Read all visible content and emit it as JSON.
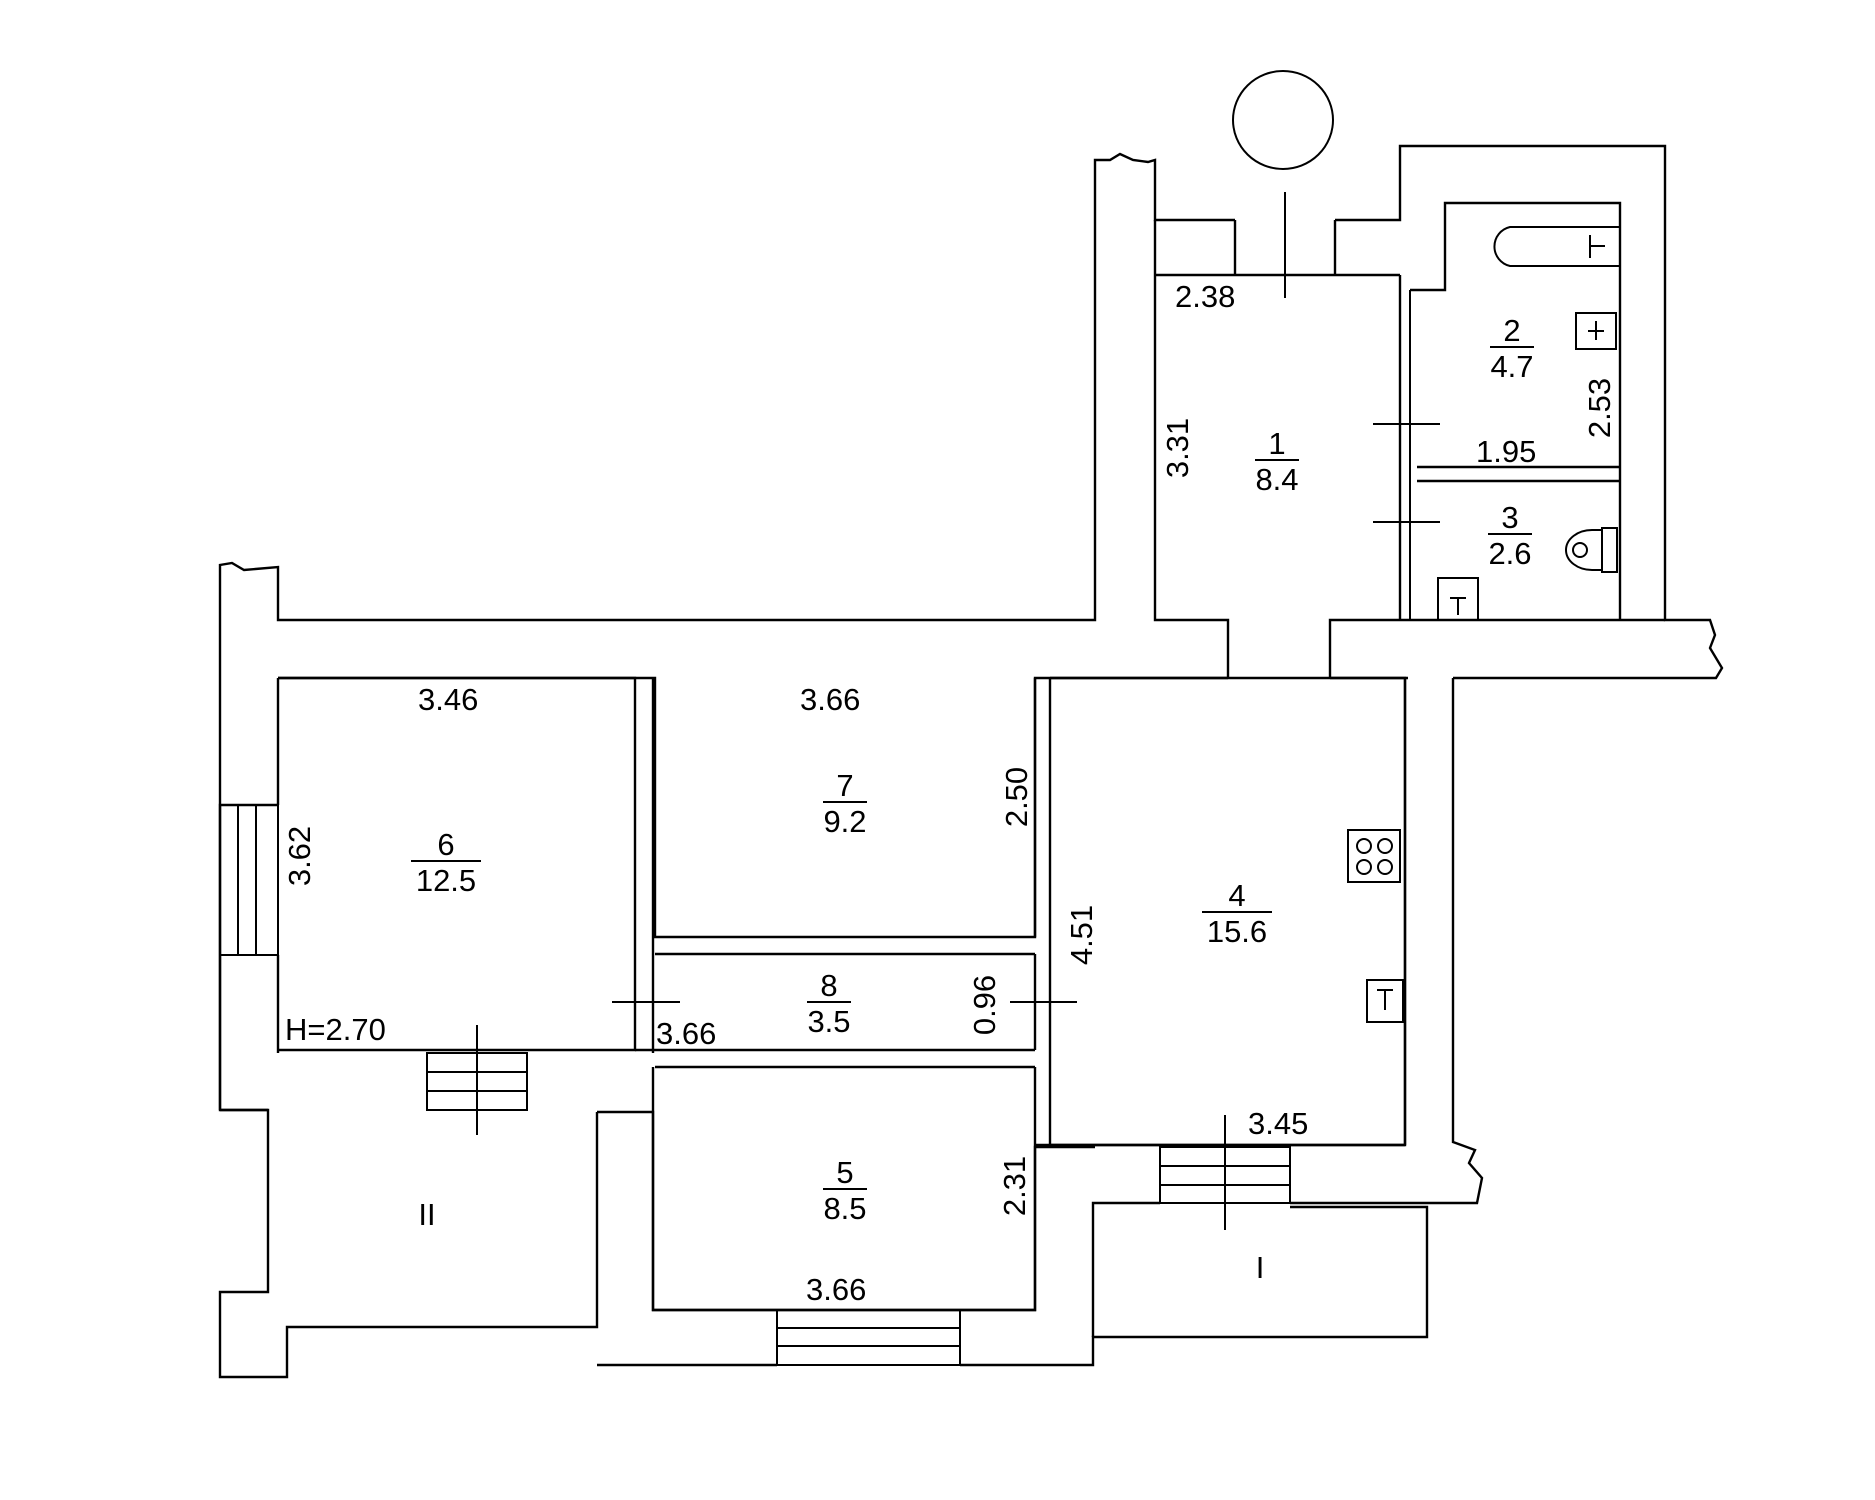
{
  "rooms": [
    {
      "number": "1",
      "area": "8.4"
    },
    {
      "number": "2",
      "area": "4.7"
    },
    {
      "number": "3",
      "area": "2.6"
    },
    {
      "number": "4",
      "area": "15.6"
    },
    {
      "number": "5",
      "area": "8.5"
    },
    {
      "number": "6",
      "area": "12.5"
    },
    {
      "number": "7",
      "area": "9.2"
    },
    {
      "number": "8",
      "area": "3.5"
    }
  ],
  "dimensions": {
    "r1_width": "2.38",
    "r1_length": "3.31",
    "r2_width": "1.95",
    "r2_length": "2.53",
    "r6_width": "3.46",
    "r6_length": "3.62",
    "ceiling_height": "H=2.70",
    "r7_width": "3.66",
    "r7_length": "2.50",
    "r8_width": "3.66",
    "r8_length": "0.96",
    "r4_length": "4.51",
    "r4_width": "3.45",
    "r5_width": "3.66",
    "r5_length": "2.31"
  },
  "balconies": {
    "balcony_1": "I",
    "balcony_2": "II"
  }
}
